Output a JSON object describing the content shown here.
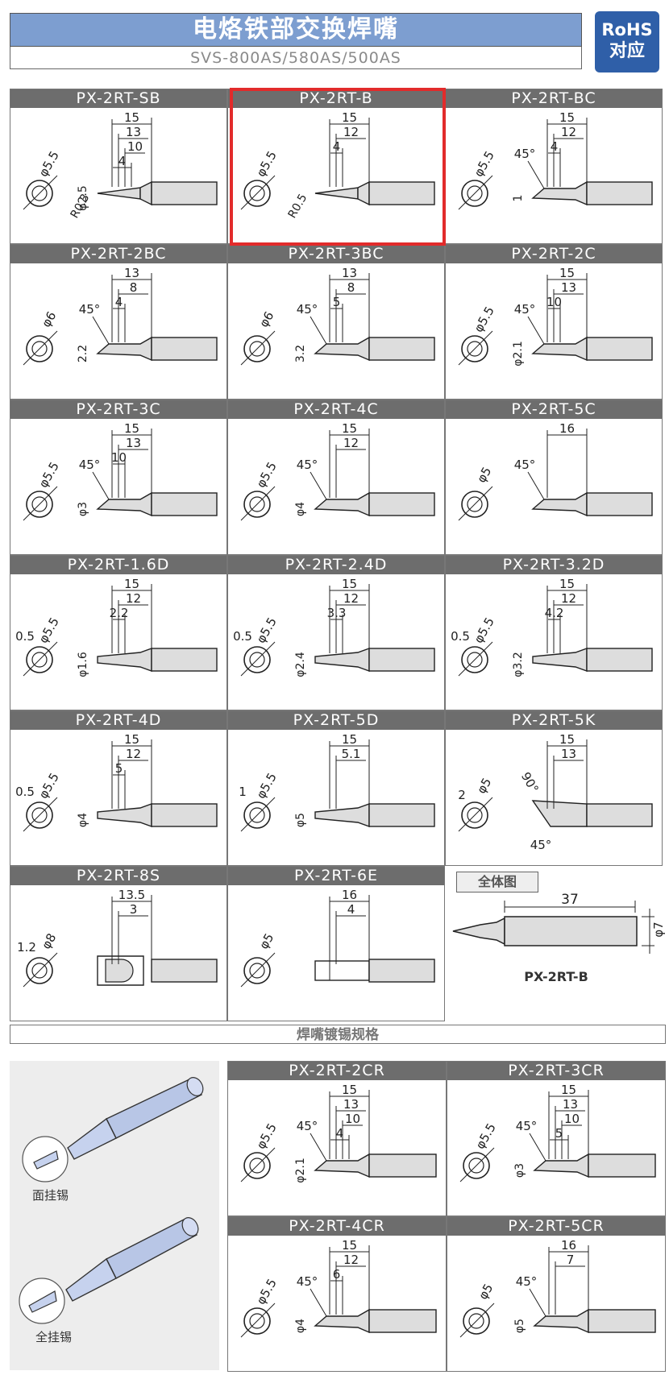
{
  "header": {
    "title": "电烙铁部交换焊嘴",
    "subtitle": "SVS-800AS/580AS/500AS"
  },
  "badge": {
    "line1": "RoHS",
    "line2": "对应"
  },
  "tips": [
    {
      "name": "PX-2RT-SB",
      "col": 0,
      "row": 0,
      "style": "cone",
      "dia": "φ5.5",
      "dims": [
        "15",
        "13",
        "10",
        "4"
      ],
      "tip": "φ2.5",
      "r": "R0.3"
    },
    {
      "name": "PX-2RT-B",
      "col": 1,
      "row": 0,
      "style": "cone",
      "dia": "φ5.5",
      "dims": [
        "15",
        "12",
        "4"
      ],
      "tip": "",
      "r": "R0.5"
    },
    {
      "name": "PX-2RT-BC",
      "col": 2,
      "row": 0,
      "style": "bevel",
      "dia": "φ5.5",
      "dims": [
        "15",
        "12",
        "4"
      ],
      "tip": "1",
      "angle": "45°"
    },
    {
      "name": "PX-2RT-2BC",
      "col": 0,
      "row": 1,
      "style": "bevel",
      "dia": "φ6",
      "dims": [
        "13",
        "8",
        "4"
      ],
      "tip": "2.2",
      "angle": "45°"
    },
    {
      "name": "PX-2RT-3BC",
      "col": 1,
      "row": 1,
      "style": "bevel",
      "dia": "φ6",
      "dims": [
        "13",
        "8",
        "5"
      ],
      "tip": "3.2",
      "angle": "45°"
    },
    {
      "name": "PX-2RT-2C",
      "col": 2,
      "row": 1,
      "style": "bevel",
      "dia": "φ5.5",
      "dims": [
        "15",
        "13",
        "10"
      ],
      "tip": "φ2.1",
      "angle": "45°"
    },
    {
      "name": "PX-2RT-3C",
      "col": 0,
      "row": 2,
      "style": "bevel",
      "dia": "φ5.5",
      "dims": [
        "15",
        "13",
        "10"
      ],
      "tip": "φ3",
      "angle": "45°"
    },
    {
      "name": "PX-2RT-4C",
      "col": 1,
      "row": 2,
      "style": "bevel",
      "dia": "φ5.5",
      "dims": [
        "15",
        "12"
      ],
      "tip": "φ4",
      "angle": "45°"
    },
    {
      "name": "PX-2RT-5C",
      "col": 2,
      "row": 2,
      "style": "bevel",
      "dia": "φ5",
      "dims": [
        "16"
      ],
      "tip": "",
      "angle": "45°"
    },
    {
      "name": "PX-2RT-1.6D",
      "col": 0,
      "row": 3,
      "style": "chisel",
      "dia": "φ5.5",
      "dims": [
        "15",
        "12",
        "2.2"
      ],
      "tip": "φ1.6",
      "w": "0.5"
    },
    {
      "name": "PX-2RT-2.4D",
      "col": 1,
      "row": 3,
      "style": "chisel",
      "dia": "φ5.5",
      "dims": [
        "15",
        "12",
        "3.3"
      ],
      "tip": "φ2.4",
      "w": "0.5"
    },
    {
      "name": "PX-2RT-3.2D",
      "col": 2,
      "row": 3,
      "style": "chisel",
      "dia": "φ5.5",
      "dims": [
        "15",
        "12",
        "4.2"
      ],
      "tip": "φ3.2",
      "w": "0.5"
    },
    {
      "name": "PX-2RT-4D",
      "col": 0,
      "row": 4,
      "style": "chisel",
      "dia": "φ5.5",
      "dims": [
        "15",
        "12",
        "5"
      ],
      "tip": "φ4",
      "w": "0.5"
    },
    {
      "name": "PX-2RT-5D",
      "col": 1,
      "row": 4,
      "style": "chisel",
      "dia": "φ5.5",
      "dims": [
        "15",
        "5.1"
      ],
      "tip": "φ5",
      "w": "1"
    },
    {
      "name": "PX-2RT-5K",
      "col": 2,
      "row": 4,
      "style": "knife",
      "dia": "φ5",
      "dims": [
        "15",
        "13"
      ],
      "tip": "",
      "w": "2",
      "angle": "45°",
      "angle2": "90°"
    },
    {
      "name": "PX-2RT-8S",
      "col": 0,
      "row": 5,
      "style": "spoon",
      "dia": "φ8",
      "dims": [
        "13.5",
        "3"
      ],
      "tip": "",
      "w": "1.2"
    },
    {
      "name": "PX-2RT-6E",
      "col": 1,
      "row": 5,
      "style": "step",
      "dia": "φ5",
      "dims": [
        "16",
        "4"
      ],
      "tip": ""
    }
  ],
  "overview": {
    "label": "全体图",
    "length": "37",
    "dia": "φ7",
    "caption": "PX-2RT-B"
  },
  "section2": {
    "title": "焊嘴镀锡规格",
    "label_face": "面挂锡",
    "label_full": "全挂锡"
  },
  "tips2": [
    {
      "name": "PX-2RT-2CR",
      "col": 0,
      "row": 0,
      "style": "bevel",
      "dia": "φ5.5",
      "dims": [
        "15",
        "13",
        "10",
        "4"
      ],
      "tip": "φ2.1",
      "angle": "45°"
    },
    {
      "name": "PX-2RT-3CR",
      "col": 1,
      "row": 0,
      "style": "bevel",
      "dia": "φ5.5",
      "dims": [
        "15",
        "13",
        "10",
        "5"
      ],
      "tip": "φ3",
      "angle": "45°"
    },
    {
      "name": "PX-2RT-4CR",
      "col": 0,
      "row": 1,
      "style": "bevel",
      "dia": "φ5.5",
      "dims": [
        "15",
        "12",
        "6"
      ],
      "tip": "φ4",
      "angle": "45°"
    },
    {
      "name": "PX-2RT-5CR",
      "col": 1,
      "row": 1,
      "style": "bevel",
      "dia": "φ5",
      "dims": [
        "16",
        "7"
      ],
      "tip": "φ5",
      "angle": "45°"
    }
  ]
}
